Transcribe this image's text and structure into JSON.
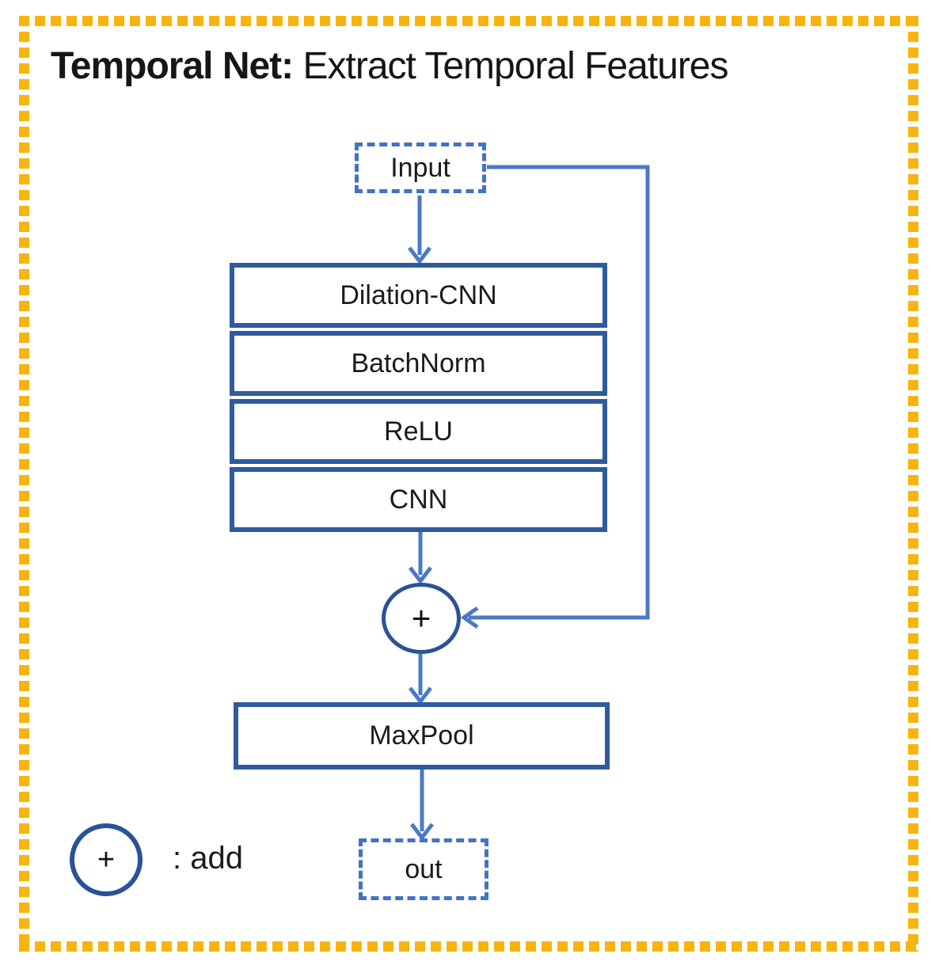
{
  "title": {
    "bold": "Temporal Net:",
    "rest": " Extract Temporal Features"
  },
  "nodes": {
    "input": "Input",
    "stack": [
      "Dilation-CNN",
      "BatchNorm",
      "ReLU",
      "CNN"
    ],
    "add_symbol": "+",
    "maxpool": "MaxPool",
    "out": "out"
  },
  "legend": {
    "symbol": "+",
    "label": ": add"
  },
  "colors": {
    "frame_gold": "#F8B40E",
    "connector_blue": "#4A79C6",
    "dashed_box_blue": "#4472C4",
    "solid_box_border_blue": "#2E5B9E",
    "add_circle_blue": "#2A5298",
    "text": "#1b1b1b"
  }
}
